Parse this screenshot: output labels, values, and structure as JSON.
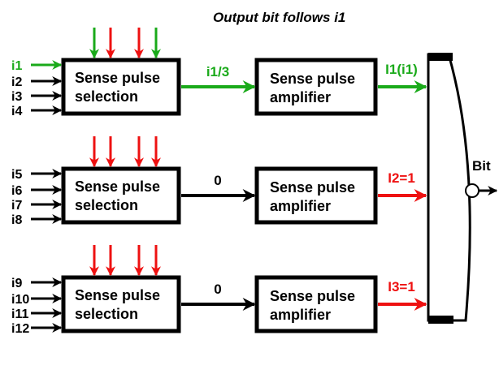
{
  "title": "Output bit follows i1",
  "colors": {
    "green": "#1aaa1a",
    "red": "#ee1111",
    "black": "#000000"
  },
  "output_label": "Bit",
  "rows": [
    {
      "selection_box": {
        "line1": "Sense pulse",
        "line2": "selection"
      },
      "amplifier_box": {
        "line1": "Sense pulse",
        "line2": "amplifier"
      },
      "inputs": [
        {
          "label": "i1",
          "color": "green"
        },
        {
          "label": "i2",
          "color": "black"
        },
        {
          "label": "i3",
          "color": "black"
        },
        {
          "label": "i4",
          "color": "black"
        }
      ],
      "pulses": [
        "green",
        "red",
        "red",
        "green"
      ],
      "mid_signal": {
        "label": "i1/3",
        "color": "green"
      },
      "out_signal": {
        "label": "I1(i1)",
        "color": "green"
      }
    },
    {
      "selection_box": {
        "line1": "Sense pulse",
        "line2": "selection"
      },
      "amplifier_box": {
        "line1": "Sense pulse",
        "line2": "amplifier"
      },
      "inputs": [
        {
          "label": "i5",
          "color": "black"
        },
        {
          "label": "i6",
          "color": "black"
        },
        {
          "label": "i7",
          "color": "black"
        },
        {
          "label": "i8",
          "color": "black"
        }
      ],
      "pulses": [
        "red",
        "red",
        "red",
        "red"
      ],
      "mid_signal": {
        "label": "0",
        "color": "black"
      },
      "out_signal": {
        "label": "I2=1",
        "color": "red"
      }
    },
    {
      "selection_box": {
        "line1": "Sense pulse",
        "line2": "selection"
      },
      "amplifier_box": {
        "line1": "Sense pulse",
        "line2": "amplifier"
      },
      "inputs": [
        {
          "label": "i9",
          "color": "black"
        },
        {
          "label": "i10",
          "color": "black"
        },
        {
          "label": "i11",
          "color": "black"
        },
        {
          "label": "i12",
          "color": "black"
        }
      ],
      "pulses": [
        "red",
        "red",
        "red",
        "red"
      ],
      "mid_signal": {
        "label": "0",
        "color": "black"
      },
      "out_signal": {
        "label": "I3=1",
        "color": "red"
      }
    }
  ]
}
